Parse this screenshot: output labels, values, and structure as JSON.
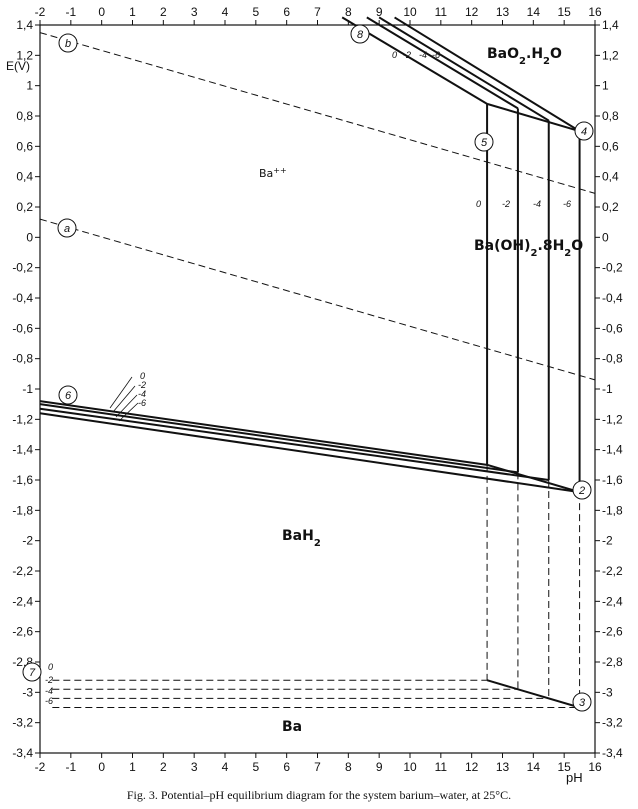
{
  "x_axis": {
    "label": "pH",
    "min": -2,
    "max": 16,
    "step": 1,
    "tick_labels": [
      "-2",
      "-1",
      "0",
      "1",
      "2",
      "3",
      "4",
      "5",
      "6",
      "7",
      "8",
      "9",
      "10",
      "11",
      "12",
      "13",
      "14",
      "15",
      "16"
    ]
  },
  "y_axis": {
    "label": "E(V)",
    "min": -3.4,
    "max": 1.4,
    "step": 0.2,
    "tick_labels": [
      "1,4",
      "1,2",
      "1",
      "0,8",
      "0,6",
      "0,4",
      "0,2",
      "0",
      "-0,2",
      "-0,4",
      "-0,6",
      "-0,8",
      "-1",
      "-1,2",
      "-1,4",
      "-1,6",
      "-1,8",
      "-2",
      "-2,2",
      "-2,4",
      "-2,6",
      "-2,8",
      "-3",
      "-3,2",
      "-3,4"
    ]
  },
  "regions": {
    "bao2": {
      "text": "BaO",
      "sub": "2",
      "rest": ".H",
      "sub2": "2",
      "rest2": "O"
    },
    "ba_ion": {
      "text": "Ba",
      "sup": "++"
    },
    "baoh2": {
      "text": "Ba(OH)",
      "sub": "2",
      "rest": ".8H",
      "sub2": "2",
      "rest2": "O"
    },
    "bah2": {
      "text": "BaH",
      "sub": "2"
    },
    "ba": {
      "text": "Ba"
    }
  },
  "circle_labels": {
    "a": "a",
    "b": "b",
    "l2": "2",
    "l3": "3",
    "l4": "4",
    "l5": "5",
    "l6": "6",
    "l7": "7",
    "l8": "8"
  },
  "concentration_labels": {
    "set5": [
      "0",
      "-2",
      "-4",
      "-6"
    ],
    "set8": [
      "0",
      "-2",
      "-4",
      "-6"
    ],
    "set6": [
      "0",
      "-2",
      "-4",
      "-6"
    ],
    "set7": [
      "0",
      "-2",
      "-4",
      "-6"
    ]
  },
  "caption": "Fig. 3. Potential–pH equilibrium diagram for the system barium–water, at 25°C.",
  "chart_data": {
    "type": "line",
    "xlabel": "pH",
    "ylabel": "E(V)",
    "xlim": [
      -2,
      16
    ],
    "ylim": [
      -3.4,
      1.4
    ],
    "grid": false,
    "dashed_lines": [
      {
        "name": "a",
        "x": [
          -2,
          16
        ],
        "y": [
          0.12,
          -0.94
        ]
      },
      {
        "name": "b",
        "x": [
          -2,
          16
        ],
        "y": [
          1.35,
          0.29
        ]
      }
    ],
    "boundaries": {
      "line8": [
        {
          "x": [
            7.8,
            12.5
          ],
          "y": [
            1.45,
            0.88
          ]
        },
        {
          "x": [
            8.6,
            13.5
          ],
          "y": [
            1.45,
            0.85
          ]
        },
        {
          "x": [
            9.0,
            14.5
          ],
          "y": [
            1.45,
            0.77
          ]
        },
        {
          "x": [
            9.5,
            15.5
          ],
          "y": [
            1.45,
            0.7
          ]
        }
      ],
      "line5_verticals": [
        {
          "x": 12.5,
          "y": [
            0.88,
            -1.5
          ]
        },
        {
          "x": 13.5,
          "y": [
            0.85,
            -1.55
          ]
        },
        {
          "x": 14.5,
          "y": [
            0.77,
            -1.6
          ]
        },
        {
          "x": 15.5,
          "y": [
            0.7,
            -1.68
          ]
        }
      ],
      "line6": [
        {
          "x": [
            -2,
            12.5
          ],
          "y": [
            -1.08,
            -1.5
          ]
        },
        {
          "x": [
            -2,
            13.5
          ],
          "y": [
            -1.1,
            -1.55
          ]
        },
        {
          "x": [
            -2,
            14.5
          ],
          "y": [
            -1.13,
            -1.6
          ]
        },
        {
          "x": [
            -2,
            15.5
          ],
          "y": [
            -1.16,
            -1.68
          ]
        }
      ],
      "line_ox": {
        "x": [
          12.5,
          15.5
        ],
        "y": [
          0.88,
          0.7
        ]
      },
      "line_red": {
        "x": [
          12.5,
          15.5
        ],
        "y": [
          -1.5,
          -1.68
        ]
      },
      "line7_dashed": [
        {
          "x": [
            -1.6,
            12.5
          ],
          "y": [
            -2.92,
            -2.92
          ]
        },
        {
          "x": [
            -1.6,
            13.5
          ],
          "y": [
            -2.98,
            -2.98
          ]
        },
        {
          "x": [
            -1.6,
            14.5
          ],
          "y": [
            -3.04,
            -3.04
          ]
        },
        {
          "x": [
            -1.6,
            15.5
          ],
          "y": [
            -3.1,
            -3.1
          ]
        }
      ],
      "line3": {
        "x": [
          12.5,
          15.5
        ],
        "y": [
          -2.92,
          -3.1
        ]
      },
      "dashed_verticals": [
        {
          "x": 12.5,
          "y": [
            -1.5,
            -2.92
          ]
        },
        {
          "x": 13.5,
          "y": [
            -1.55,
            -2.98
          ]
        },
        {
          "x": 14.5,
          "y": [
            -1.6,
            -3.04
          ]
        },
        {
          "x": 15.5,
          "y": [
            -1.68,
            -3.1
          ]
        }
      ]
    }
  }
}
